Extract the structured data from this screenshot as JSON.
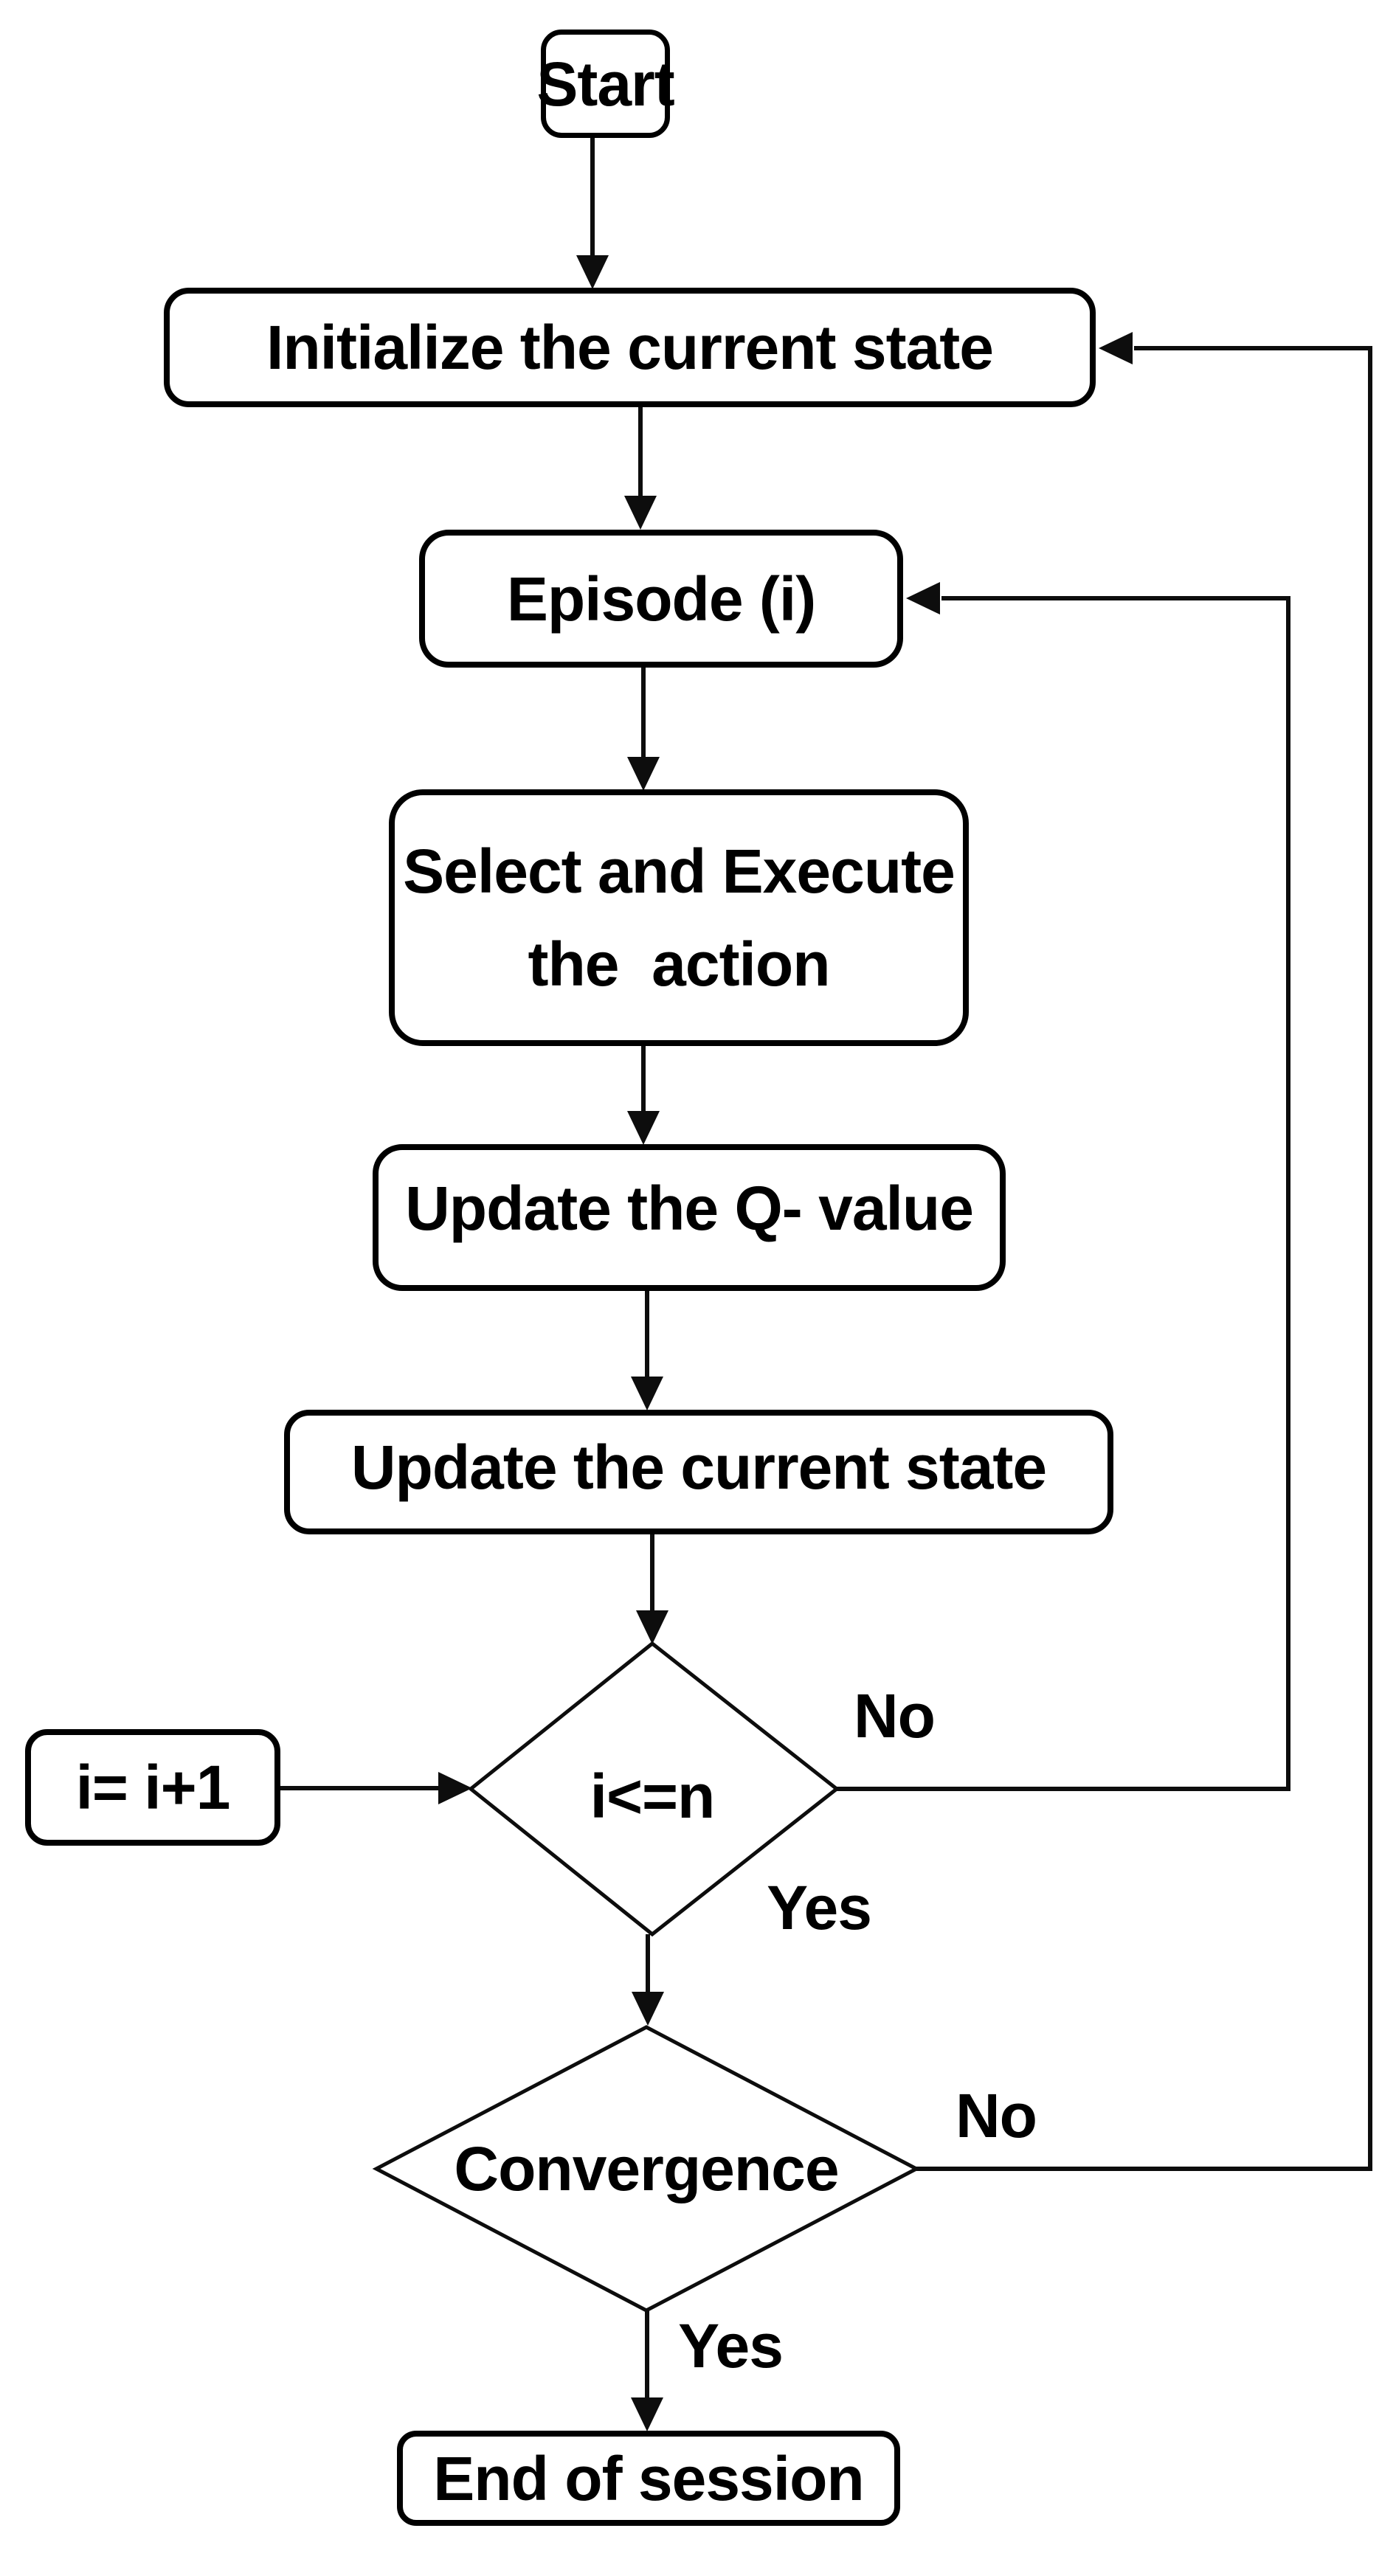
{
  "flowchart": {
    "nodes": {
      "start": {
        "label": "Start"
      },
      "initialize": {
        "label": "Initialize the current state"
      },
      "episode": {
        "label": "Episode (i)"
      },
      "select_execute": {
        "line1": "Select and Execute",
        "line2": "the  action"
      },
      "update_q": {
        "label": "Update the Q- value"
      },
      "update_state": {
        "label": "Update the current state"
      },
      "increment": {
        "label": "i= i+1"
      },
      "loop_check": {
        "label": "i<=n"
      },
      "convergence": {
        "label": "Convergence"
      },
      "end": {
        "label": "End of session"
      }
    },
    "edge_labels": {
      "loop_no": "No",
      "loop_yes": "Yes",
      "conv_no": "No",
      "conv_yes": "Yes"
    },
    "colors": {
      "stroke": "#000000",
      "text": "#000000",
      "background": "#ffffff"
    }
  }
}
